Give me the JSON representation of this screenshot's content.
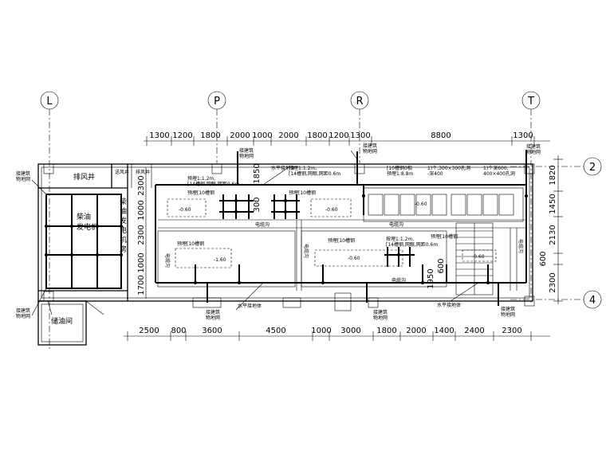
{
  "axes_top": [
    "L",
    "P",
    "R",
    "T"
  ],
  "axes_right": [
    "2",
    "4"
  ],
  "dims_top": [
    "1300",
    "1200",
    "1800",
    "2000",
    "1000",
    "2000",
    "1800",
    "1200",
    "1300",
    "8800",
    "1300"
  ],
  "dims_bottom": [
    "2500",
    "800",
    "3600",
    "4500",
    "1000",
    "3000",
    "1800",
    "2000",
    "1400",
    "2400",
    "2300"
  ],
  "dims_right": [
    "1820",
    "1450",
    "2130",
    "600",
    "2300"
  ],
  "dims_left": [
    "2300",
    "1000",
    "2300",
    "1000",
    "1700"
  ],
  "dims_inner": [
    "1850",
    "300",
    "1950",
    "600"
  ],
  "rooms": {
    "vent_shaft": "排风井",
    "generator": "柴油\n发电机",
    "generator_room": "柴油发电机房",
    "oil_store": "储油间",
    "shaft_small_1": "送风井",
    "shaft_small_2": "排风井"
  },
  "labels": {
    "connect_earth_top_left": "接建筑\n物地网",
    "connect_earth_bottom_left": "接建筑\n物地网",
    "connect_earth_top_mid": "接建筑\n物地网",
    "connect_earth_top_right1": "接建筑\n物地网",
    "connect_earth_top_right2": "接建筑\n物地网",
    "connect_earth_bot_mid1": "接建筑\n物地网",
    "connect_earth_bot_mid2": "接建筑\n物地网",
    "connect_earth_bot_right": "接建筑\n物地网",
    "horiz_earth_1": "水平接地体",
    "horiz_earth_2": "水平接地体",
    "horiz_earth_3": "水平接地体",
    "embed_a": "预埋1:1.2m,",
    "embed_a2": "[14槽钢,网眼,网距0.6m",
    "embed_b": "预埋1:1.2m,",
    "embed_b2": "[14槽钢,网眼,网距0.6m",
    "embed_c": "[10槽钢0相",
    "embed_c2": "预埋1:8.8m",
    "embed_d": "1)个,300×300孔洞",
    "embed_d2": "-深400",
    "embed_e": "1)个深600,",
    "embed_e2": "400×400孔洞",
    "pre_10_1": "预埋[10槽钢",
    "pre_10_2": "预埋[10槽钢",
    "pre_10_3": "预埋[10槽钢",
    "pre_10_4": "预埋[10槽钢",
    "pre_10_5": "预埋[10槽钢",
    "embed_f": "按埋1:1.2m,",
    "embed_f2": "[14槽钢,网眼,网距0.6m",
    "cable_trench_1": "电缆沟",
    "cable_trench_2": "电缆沟",
    "cable_trench_3": "电缆沟",
    "cable_trench_4": "电缆沟",
    "cable_trench_5": "电缆沟",
    "cable_trench_6": "电缆沟",
    "lvl_1": "-0.60",
    "lvl_2": "-0.60",
    "lvl_3": "-0.60",
    "lvl_4": "-1.60",
    "lvl_5": "-0.60",
    "lvl_6": "-0.60"
  }
}
